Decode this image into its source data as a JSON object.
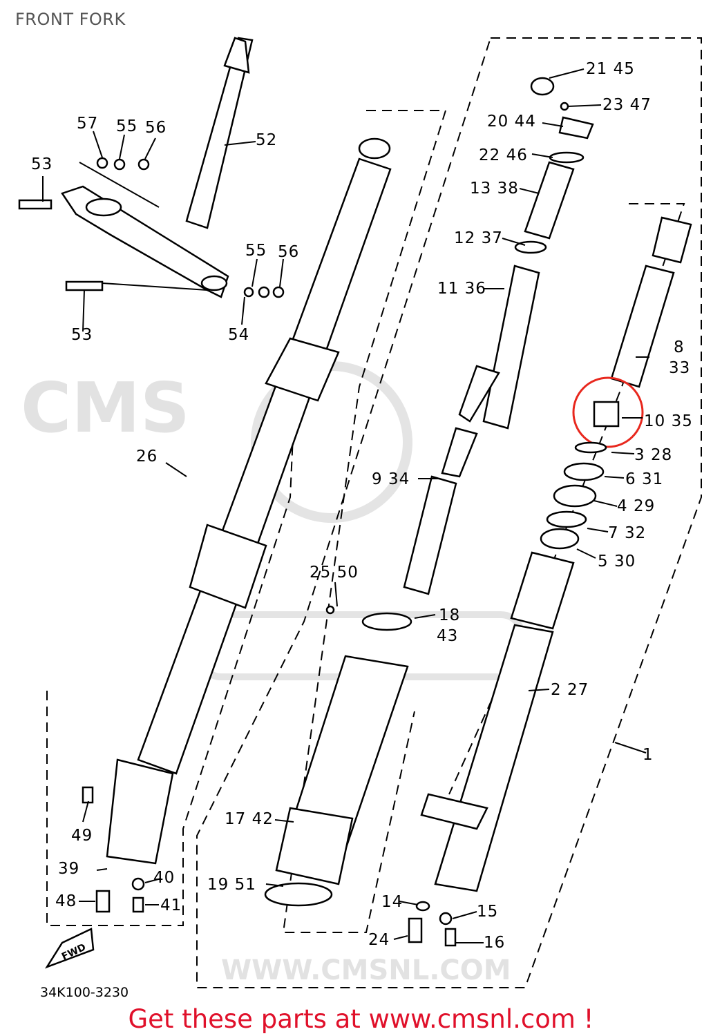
{
  "title": "FRONT FORK",
  "diagram_code": "34K100-3230",
  "promo": "Get these parts at www.cmsnl.com !",
  "watermark": {
    "logo": "CMS",
    "url": "WWW.CMSNL.COM"
  },
  "fwd_arrow": "FWD",
  "highlight_color": "#e8281e",
  "labels": {
    "p21_45": "21 45",
    "p23_47": "23 47",
    "p20_44": "20 44",
    "p22_46": "22 46",
    "p13_38": "13 38",
    "p12_37": "12 37",
    "p11_36": "11 36",
    "p8": "8",
    "p33": "33",
    "p10_35": "10 35",
    "p3_28": "3 28",
    "p6_31": "6 31",
    "p4_29": "4 29",
    "p7_32": "7 32",
    "p5_30": "5 30",
    "p9_34": "9 34",
    "p2_27": "2 27",
    "p1": "1",
    "p25_50": "25 50",
    "p18": "18",
    "p43": "43",
    "p17_42": "17 42",
    "p19_51": "19 51",
    "p14": "14",
    "p15": "15",
    "p16": "16",
    "p24": "24",
    "p26": "26",
    "p49": "49",
    "p39": "39",
    "p40": "40",
    "p48": "48",
    "p41": "41",
    "p52": "52",
    "p53a": "53",
    "p53b": "53",
    "p57": "57",
    "p55a": "55",
    "p56a": "56",
    "p55b": "55",
    "p56b": "56",
    "p54": "54"
  }
}
